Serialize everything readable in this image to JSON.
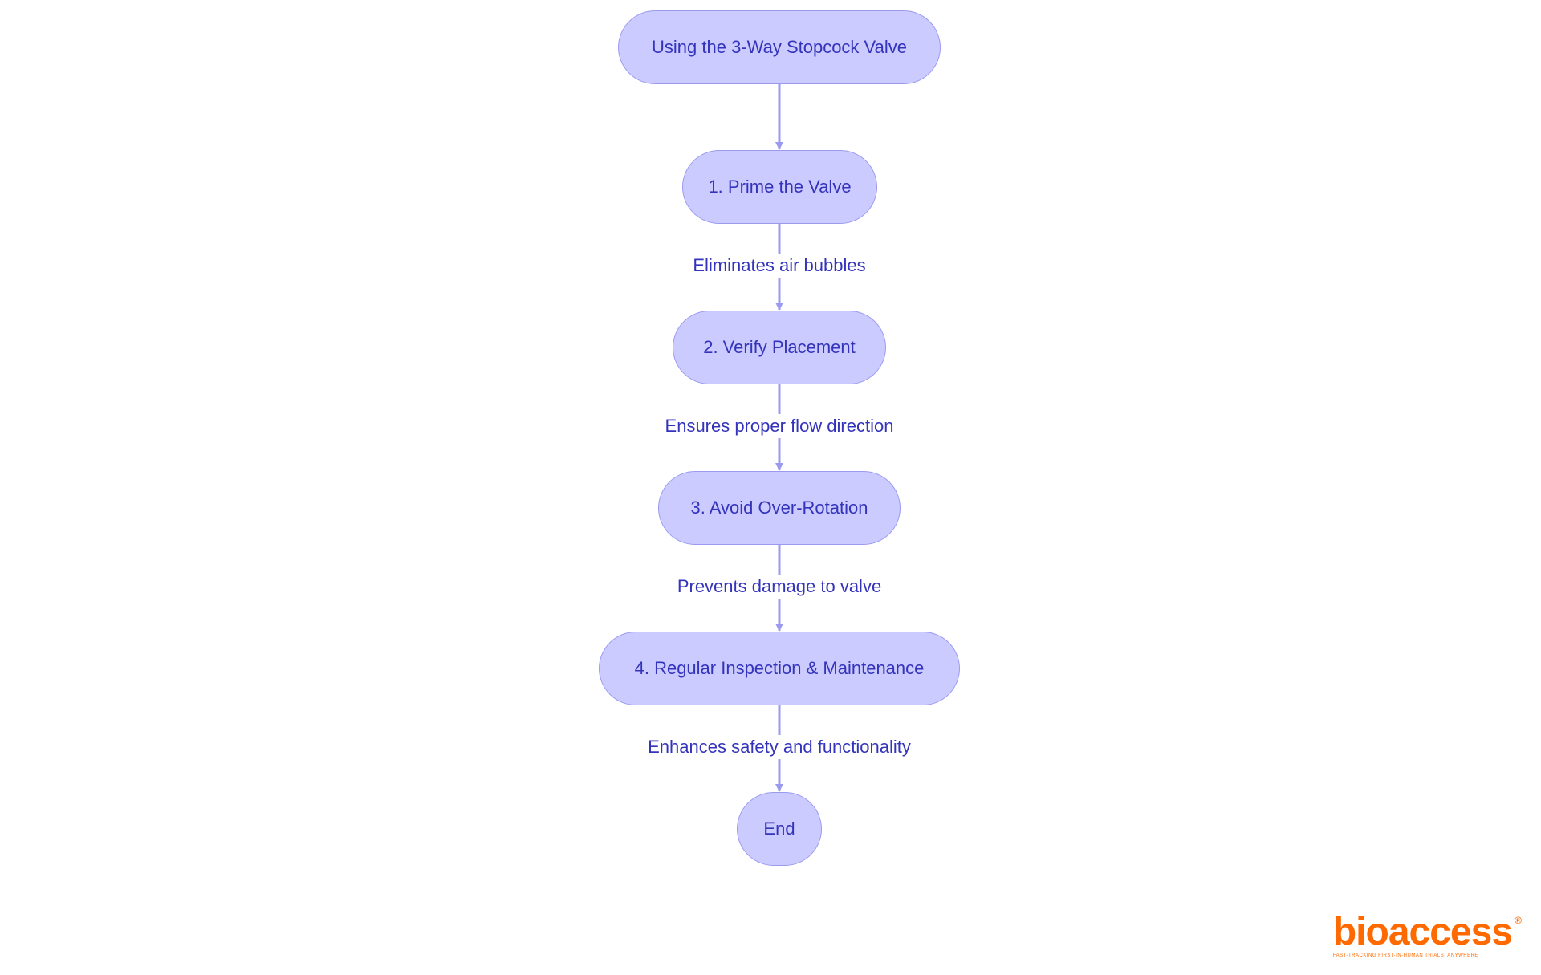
{
  "diagram": {
    "nodes": [
      {
        "id": "start",
        "label": "Using the 3-Way Stopcock Valve"
      },
      {
        "id": "step1",
        "label": "1. Prime the Valve"
      },
      {
        "id": "step2",
        "label": "2. Verify Placement"
      },
      {
        "id": "step3",
        "label": "3. Avoid Over-Rotation"
      },
      {
        "id": "step4",
        "label": "4. Regular Inspection & Maintenance"
      },
      {
        "id": "end",
        "label": "End"
      }
    ],
    "edges": [
      {
        "from": "start",
        "to": "step1",
        "label": ""
      },
      {
        "from": "step1",
        "to": "step2",
        "label": "Eliminates air bubbles"
      },
      {
        "from": "step2",
        "to": "step3",
        "label": "Ensures proper flow direction"
      },
      {
        "from": "step3",
        "to": "step4",
        "label": "Prevents damage to valve"
      },
      {
        "from": "step4",
        "to": "end",
        "label": "Enhances safety and functionality"
      }
    ]
  },
  "logo": {
    "wordmark": "bioaccess",
    "registered": "®",
    "tagline": "FAST-TRACKING FIRST-IN-HUMAN TRIALS, ANYWHERE"
  },
  "colors": {
    "node_fill": "#cccbff",
    "node_stroke": "#9a9af0",
    "text": "#3333bb",
    "edge": "#9a9af0",
    "logo": "#ff6a00"
  }
}
